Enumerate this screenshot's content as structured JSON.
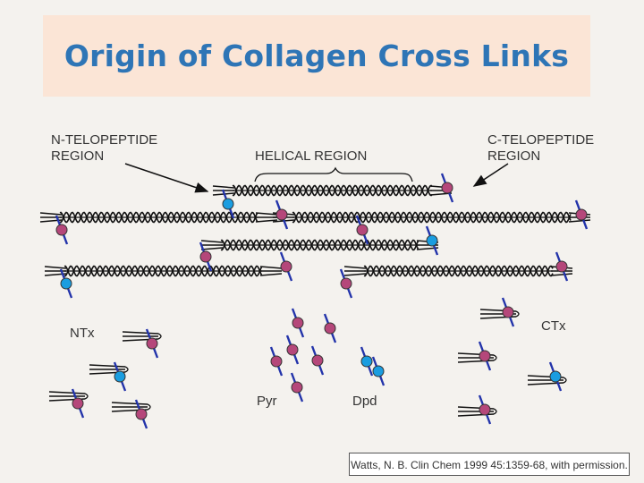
{
  "title": "Origin of Collagen Cross Links",
  "labels": {
    "n_telopeptide": "N-TELOPEPTIDE\nREGION",
    "helical": "HELICAL REGION",
    "c_telopeptide": "C-TELOPEPTIDE\nREGION",
    "ntx": "NTx",
    "ctx": "CTx",
    "pyr": "Pyr",
    "dpd": "Dpd"
  },
  "reference": "Watts, N. B. Clin Chem 1999 45:1359-68, with permission.",
  "colors": {
    "title": "#2e75b6",
    "title_bg": "#fbe5d6",
    "pyr_crosslink": "#b5477a",
    "dpd_crosslink": "#1a9de0",
    "chain": "#111111",
    "link_bar": "#2233aa"
  }
}
